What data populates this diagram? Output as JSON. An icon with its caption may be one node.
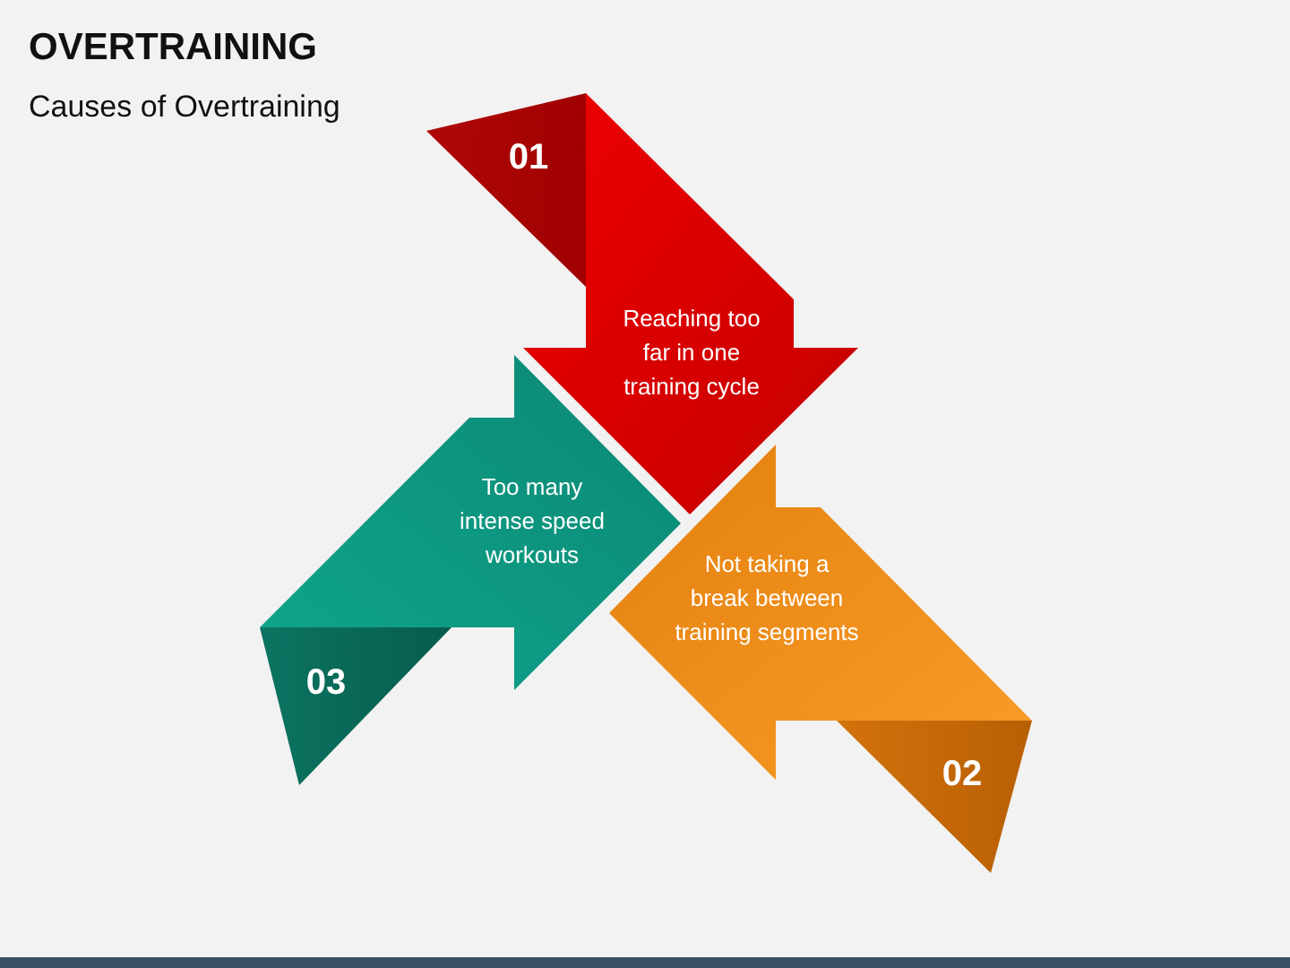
{
  "diagram": {
    "title": "OVERTRAINING",
    "nodes": [
      {
        "text": [
          "01",
          "Reaching too far in one training cycle"
        ]
      },
      {
        "text": [
          "02",
          "Not taking a break between training segments"
        ]
      },
      {
        "text": [
          "03",
          "Too many intense speed workouts"
        ]
      }
    ],
    "labels": [
      "Causes of Overtraining"
    ]
  }
}
